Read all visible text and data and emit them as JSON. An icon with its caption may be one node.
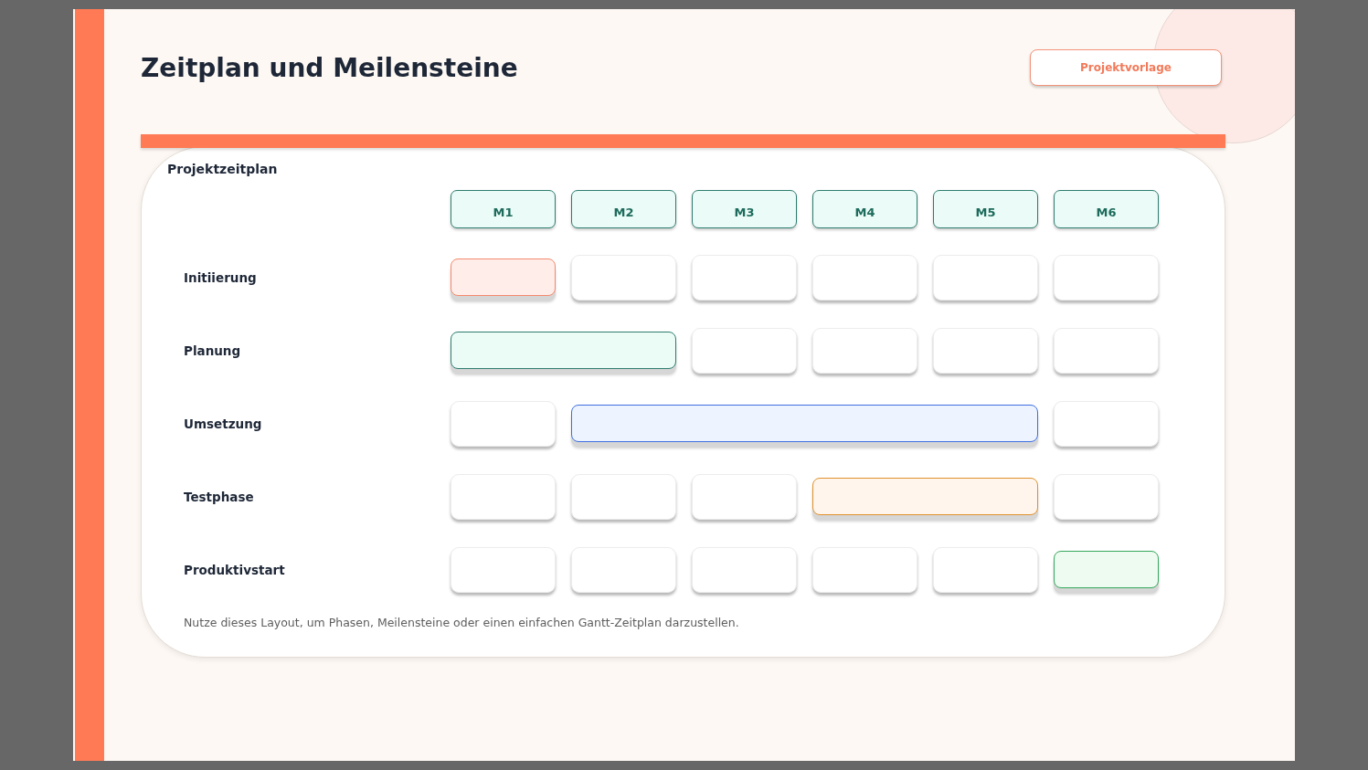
{
  "diagram": {
    "title": "Zeitplan und Meilensteine",
    "nodes": [
      {
        "text": [
          "Projektvorlage"
        ]
      },
      {
        "text": [
          "Projektzeitplan"
        ]
      },
      {
        "text": [
          "M1"
        ],
        "in": 1
      },
      {
        "text": [
          "M2"
        ],
        "in": 1
      },
      {
        "text": [
          "M3"
        ],
        "in": 1
      },
      {
        "text": [
          "M4"
        ],
        "in": 1
      },
      {
        "text": [
          "M5"
        ],
        "in": 1
      },
      {
        "text": [
          "M6"
        ],
        "in": 1
      },
      {
        "text": [],
        "shape": "bar",
        "in": 1
      },
      {
        "text": [],
        "shape": "box",
        "in": 1
      },
      {
        "text": [],
        "shape": "box",
        "in": 1
      },
      {
        "text": [],
        "shape": "box",
        "in": 1
      },
      {
        "text": [],
        "shape": "box",
        "in": 1
      },
      {
        "text": [],
        "shape": "box",
        "in": 1
      },
      {
        "text": [],
        "shape": "bar",
        "in": 1
      },
      {
        "text": [],
        "shape": "box",
        "in": 1
      },
      {
        "text": [],
        "shape": "box",
        "in": 1
      },
      {
        "text": [],
        "shape": "box",
        "in": 1
      },
      {
        "text": [],
        "shape": "box",
        "in": 1
      },
      {
        "text": [],
        "shape": "box",
        "in": 1
      },
      {
        "text": [],
        "shape": "bar",
        "in": 1
      },
      {
        "text": [],
        "shape": "box",
        "in": 1
      },
      {
        "text": [],
        "shape": "box",
        "in": 1
      },
      {
        "text": [],
        "shape": "box",
        "in": 1
      },
      {
        "text": [],
        "shape": "box",
        "in": 1
      },
      {
        "text": [],
        "shape": "bar",
        "in": 1
      },
      {
        "text": [],
        "shape": "box",
        "in": 1
      },
      {
        "text": [],
        "shape": "box",
        "in": 1
      },
      {
        "text": [],
        "shape": "box",
        "in": 1
      },
      {
        "text": [],
        "shape": "box",
        "in": 1
      },
      {
        "text": [],
        "shape": "box",
        "in": 1
      },
      {
        "text": [],
        "shape": "box",
        "in": 1
      },
      {
        "text": [],
        "shape": "bar",
        "in": 1
      }
    ],
    "labels": [
      "Initiierung",
      "Planung",
      "Umsetzung",
      "Testphase",
      "Produktivstart",
      "Nutze dieses Layout, um Phasen, Meilensteine oder einen einfachen Gantt-Zeitplan darzustellen."
    ]
  }
}
